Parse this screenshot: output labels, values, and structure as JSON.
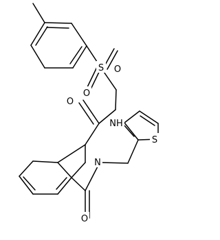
{
  "structure": {
    "atom_labels": {
      "sulfonyl_s": "S",
      "sulfonyl_o_left": "O",
      "sulfonyl_o_right": "O",
      "amide_nh": "NH",
      "amide_o": "O",
      "ring_n": "N",
      "thiophene_s": "S",
      "lactam_o": "O"
    },
    "colors": {
      "bond": "#000000",
      "label": "#000000",
      "background": "#ffffff"
    }
  }
}
